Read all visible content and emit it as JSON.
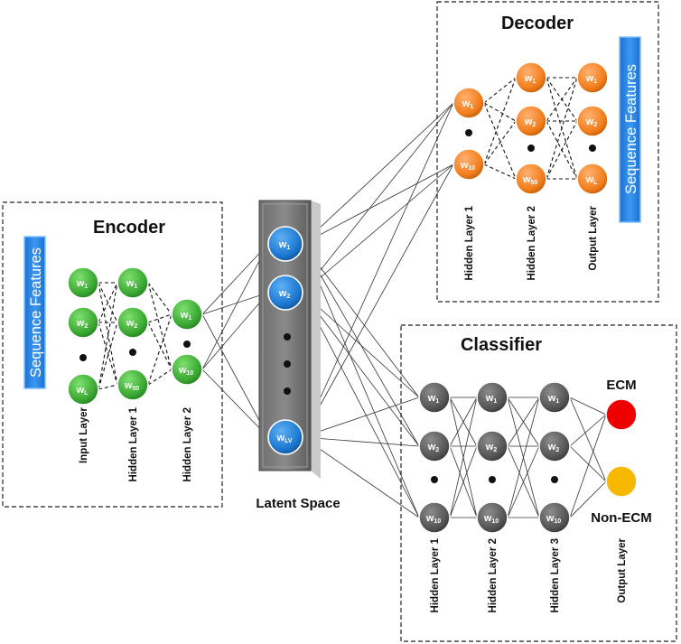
{
  "encoder": {
    "title": "Encoder",
    "badge": "Sequence Features",
    "layers": [
      {
        "label": "Input Layer",
        "nodes": [
          {
            "w": "w",
            "s": "1"
          },
          {
            "w": "w",
            "s": "2"
          },
          {
            "w": "w",
            "s": "L"
          }
        ]
      },
      {
        "label": "Hidden Layer 1",
        "nodes": [
          {
            "w": "w",
            "s": "1"
          },
          {
            "w": "w",
            "s": "2"
          },
          {
            "w": "w",
            "s": "50"
          }
        ]
      },
      {
        "label": "Hidden Layer 2",
        "nodes": [
          {
            "w": "w",
            "s": "1"
          },
          {
            "w": "w",
            "s": "10"
          }
        ]
      }
    ]
  },
  "latent": {
    "label": "Latent Space",
    "nodes": [
      {
        "w": "w",
        "s": "1"
      },
      {
        "w": "w",
        "s": "2"
      },
      {
        "w": "w",
        "s": "LV"
      }
    ]
  },
  "decoder": {
    "title": "Decoder",
    "badge": "Sequence Features",
    "layers": [
      {
        "label": "Hidden Layer 1",
        "nodes": [
          {
            "w": "w",
            "s": "1"
          },
          {
            "w": "w",
            "s": "10"
          }
        ]
      },
      {
        "label": "Hidden Layer 2",
        "nodes": [
          {
            "w": "w",
            "s": "1"
          },
          {
            "w": "w",
            "s": "2"
          },
          {
            "w": "w",
            "s": "50"
          }
        ]
      },
      {
        "label": "Output Layer",
        "nodes": [
          {
            "w": "w",
            "s": "1"
          },
          {
            "w": "w",
            "s": "2"
          },
          {
            "w": "w",
            "s": "L"
          }
        ]
      }
    ]
  },
  "classifier": {
    "title": "Classifier",
    "layers": [
      {
        "label": "Hidden Layer 1",
        "nodes": [
          {
            "w": "w",
            "s": "1"
          },
          {
            "w": "w",
            "s": "2"
          },
          {
            "w": "w",
            "s": "10"
          }
        ]
      },
      {
        "label": "Hidden Layer 2",
        "nodes": [
          {
            "w": "w",
            "s": "1"
          },
          {
            "w": "w",
            "s": "2"
          },
          {
            "w": "w",
            "s": "10"
          }
        ]
      },
      {
        "label": "Hidden Layer 3",
        "nodes": [
          {
            "w": "w",
            "s": "1"
          },
          {
            "w": "w",
            "s": "2"
          },
          {
            "w": "w",
            "s": "10"
          }
        ]
      },
      {
        "label": "Output Layer",
        "nodes": [
          {
            "label": "ECM",
            "color": "#ee0000"
          },
          {
            "label": "Non-ECM",
            "color": "#f7b800"
          }
        ]
      }
    ]
  },
  "colors": {
    "encoder_node": "#3aa832",
    "latent_node": "#1c78d0",
    "decoder_node": "#f27d1a",
    "classifier_node": "#555555",
    "badge": "#2b86e8",
    "ecm": "#ee0000",
    "non_ecm": "#f7b800"
  }
}
